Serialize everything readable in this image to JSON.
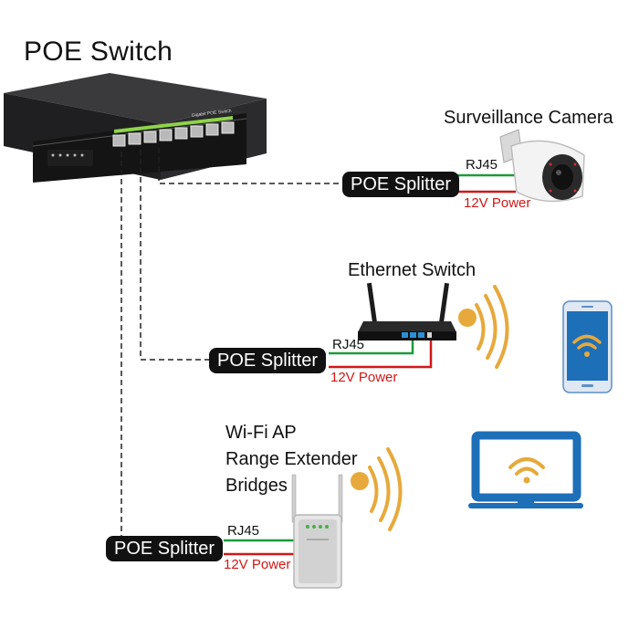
{
  "title": "POE Switch",
  "switch_faceplate_text": "Gigabit POE Switch",
  "devices": {
    "camera": "Surveillance Camera",
    "ethernet_switch": "Ethernet Switch",
    "ap_line1": "Wi-Fi AP",
    "ap_line2": "Range Extender",
    "ap_line3": "Bridges"
  },
  "splitters": [
    "POE Splitter",
    "POE Splitter",
    "POE Splitter"
  ],
  "connections": {
    "data_label": "RJ45",
    "power_label": "12V Power"
  },
  "colors": {
    "data_line": "#1c9b3a",
    "power_line": "#d01818",
    "wifi": "#e7a93b",
    "device_blue": "#1d6fb8",
    "splitter_bg": "#111111"
  },
  "icons": [
    "poe-switch",
    "security-camera",
    "wireless-router",
    "range-extender",
    "smartphone",
    "desktop-monitor",
    "wifi-signal"
  ]
}
